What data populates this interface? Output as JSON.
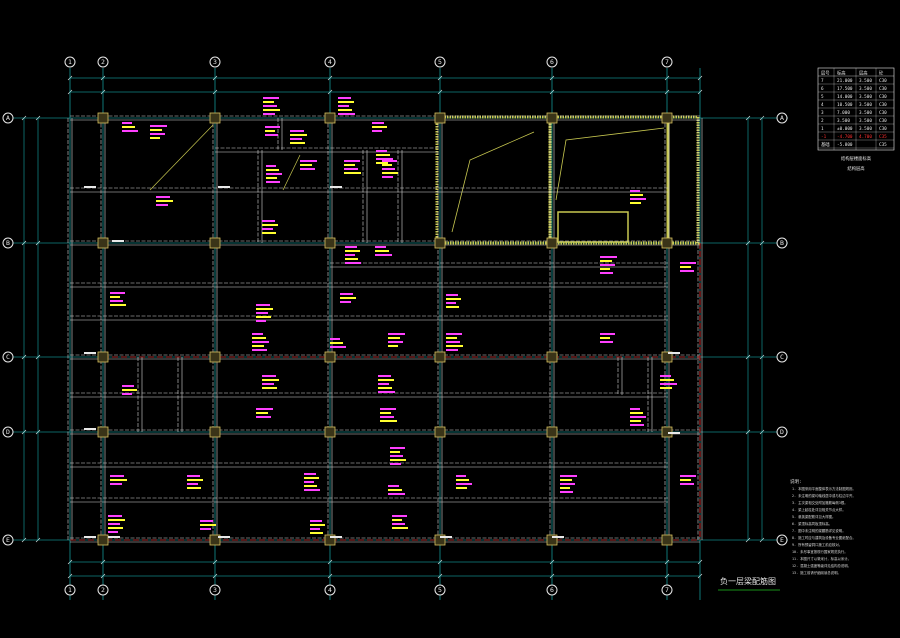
{
  "colors": {
    "background": "#000000",
    "gridline": "#19c7c7",
    "beam": "#d8d8d8",
    "beam_red": "#e02020",
    "column_fill": "#3a3418",
    "column_edge": "#d8c060",
    "annotation_magenta": "#ff40ff",
    "annotation_yellow": "#ffff30",
    "slab_hatch": "#c8c850",
    "title_underline": "#20c020"
  },
  "axes": {
    "top": [
      "①",
      "②",
      "③",
      "④",
      "⑤",
      "⑥",
      "⑦"
    ],
    "left": [
      "Ⓐ",
      "Ⓑ",
      "Ⓒ",
      "Ⓓ",
      "Ⓔ"
    ]
  },
  "drawing_title": "负一层梁配筋图",
  "elevation_table": {
    "header": [
      "层号",
      "标高",
      "层高",
      "砼"
    ],
    "rows": [
      [
        "7",
        "21.000",
        "3.500",
        "C30"
      ],
      [
        "6",
        "17.500",
        "3.500",
        "C30"
      ],
      [
        "5",
        "14.000",
        "3.500",
        "C30"
      ],
      [
        "4",
        "10.500",
        "3.500",
        "C30"
      ],
      [
        "3",
        "7.000",
        "3.500",
        "C30"
      ],
      [
        "2",
        "3.500",
        "3.500",
        "C30"
      ],
      [
        "1",
        "±0.000",
        "3.500",
        "C30"
      ],
      [
        "-1",
        "-4.700",
        "4.700",
        "C35"
      ],
      [
        "基础",
        "-5.800",
        "",
        "C35"
      ]
    ],
    "caption_lines": [
      "结构层楼面标高",
      "结构层高"
    ]
  },
  "notes": {
    "heading": "说明:",
    "lines": [
      "1. 本图采用平面整体表示方法制图规则。",
      "2. 未注明的梁均轴线居中或与柱边平齐。",
      "3. 主次梁相交处附加箍筋每侧3根。",
      "4. 梁上起柱处详见相关节点大样。",
      "5. 悬挑梁配筋详见大样图。",
      "6. 梁顶标高同板顶标高。",
      "7. 图中未注明的梁腰筋详见说明。",
      "8. 施工时应与建筑及设备专业图纸配合。",
      "9. 所有预留洞口施工前应核对。",
      "10. 未尽事宜按现行国家规范执行。",
      "11. 本图尺寸以毫米计，标高以米计。",
      "12. 混凝土强度等级详见结构总说明。",
      "13. 施工前请仔细阅读总说明。"
    ]
  }
}
